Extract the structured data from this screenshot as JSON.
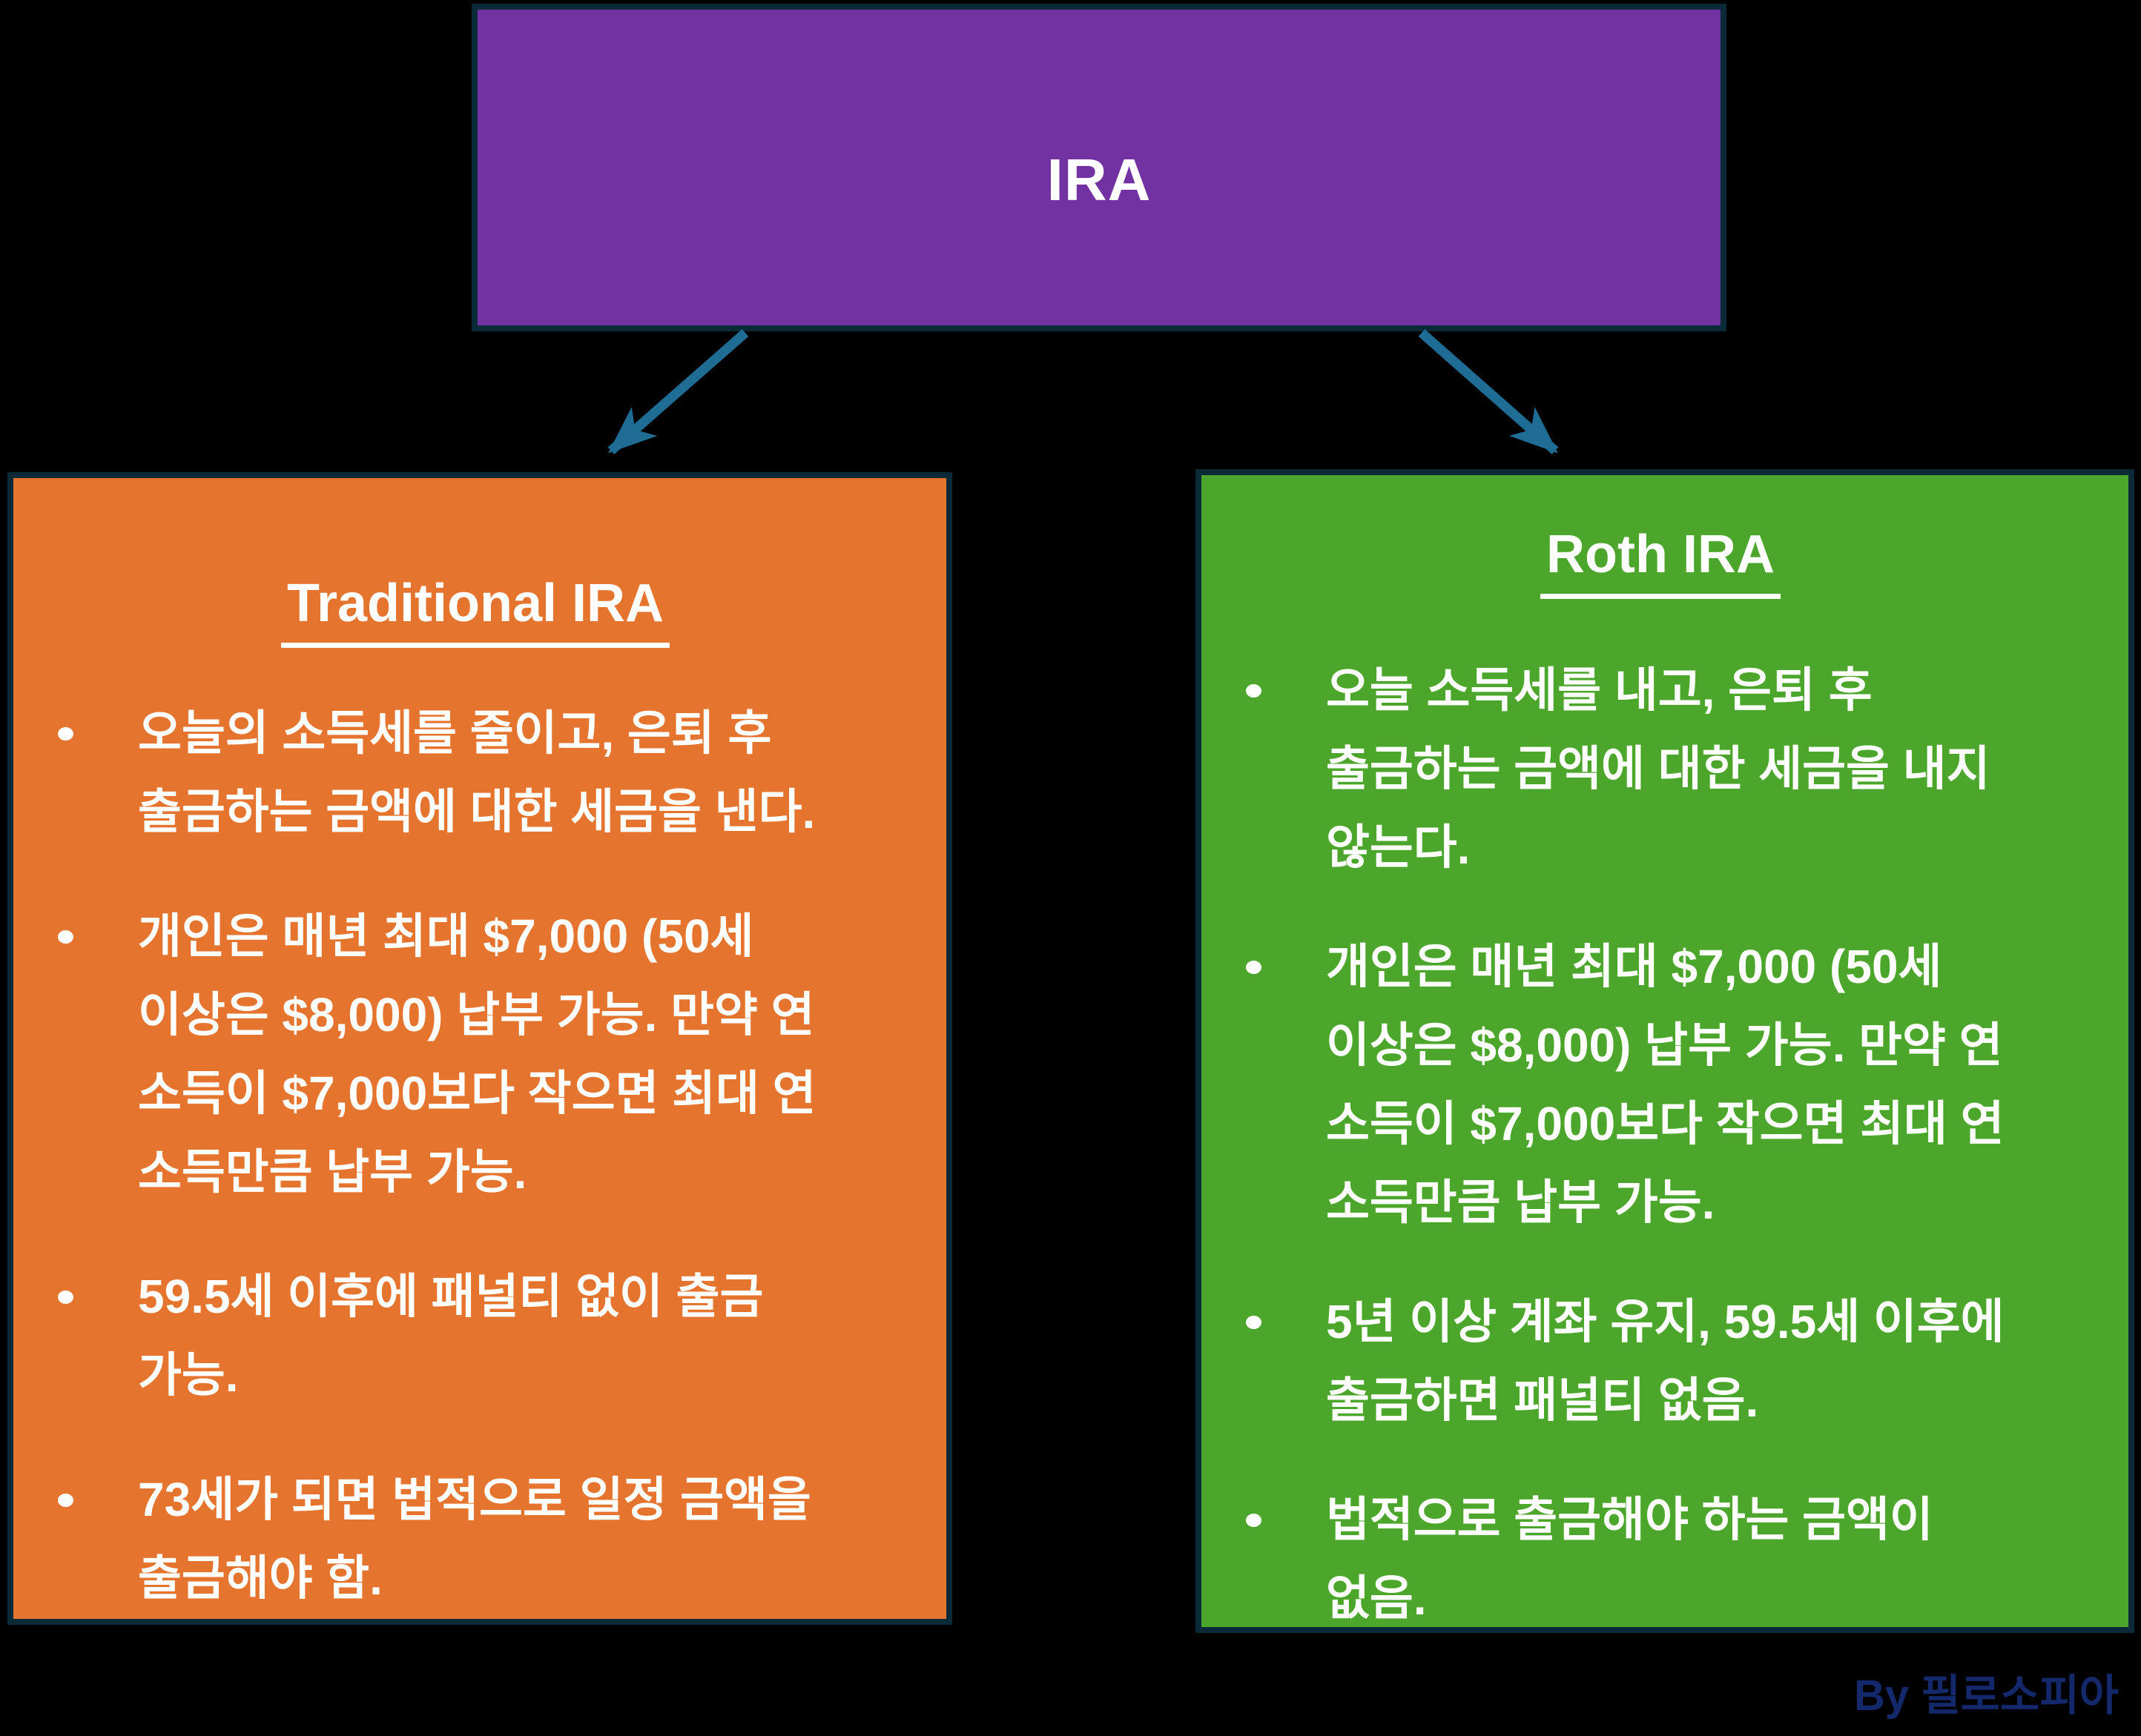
{
  "colors": {
    "background": "#000000",
    "border": "#0b2a38",
    "arrow": "#1f6c95",
    "text": "#ffffff",
    "root_fill": "#7232a1",
    "traditional_fill": "#e5742f",
    "roth_fill": "#4ca62b",
    "byline": "#14296b"
  },
  "root": {
    "label": "IRA"
  },
  "branches": [
    {
      "title": "Traditional IRA",
      "bullets": [
        {
          "lines": [
            "오늘의 소득세를 줄이고, 은퇴 후",
            "출금하는 금액에 대한 세금을 낸다."
          ]
        },
        {
          "lines": [
            "개인은 매년 최대 $7,000 (50세",
            "이상은 $8,000) 납부 가능. 만약 연",
            "소득이 $7,000보다 작으면 최대 연",
            "소득만큼 납부 가능."
          ]
        },
        {
          "lines": [
            "59.5세 이후에 패널티 없이 출금",
            "가능."
          ]
        },
        {
          "lines": [
            "73세가 되면 법적으로 일정 금액을",
            "출금해야 함."
          ]
        }
      ]
    },
    {
      "title": "Roth IRA",
      "bullets": [
        {
          "lines": [
            "오늘 소득세를 내고, 은퇴 후",
            "출금하는 금액에 대한 세금을 내지",
            "않는다."
          ]
        },
        {
          "lines": [
            "개인은 매년 최대 $7,000 (50세",
            "이상은 $8,000) 납부 가능. 만약 연",
            "소득이 $7,000보다 작으면 최대 연",
            "소득만큼 납부 가능."
          ]
        },
        {
          "lines": [
            "5년 이상 계좌 유지, 59.5세 이후에",
            "출금하면 패널티 없음."
          ]
        },
        {
          "lines": [
            "법적으로 출금해야 하는 금액이",
            "없음."
          ]
        }
      ]
    }
  ],
  "byline": "By 필로소피아"
}
